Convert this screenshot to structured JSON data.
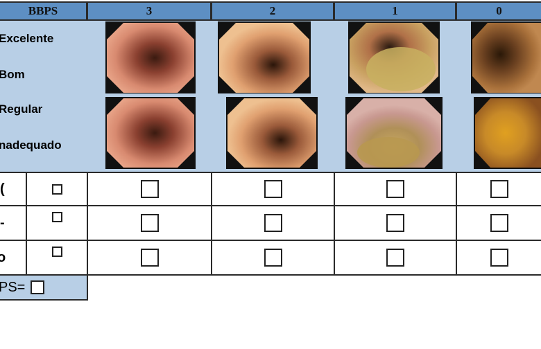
{
  "header": {
    "title": "BBPS",
    "scores": [
      "3",
      "2",
      "1",
      "0"
    ]
  },
  "legend": {
    "items": [
      "Excelente",
      "Bom",
      "Regular",
      "nadequado"
    ]
  },
  "rows": [
    {
      "label": "("
    },
    {
      "label": "-"
    },
    {
      "label": "o"
    }
  ],
  "footer": {
    "label": "PS="
  },
  "colors": {
    "header_blue": "#5d8fc3",
    "panel_blue": "#b8cfe6",
    "border": "#2a2a2a"
  }
}
